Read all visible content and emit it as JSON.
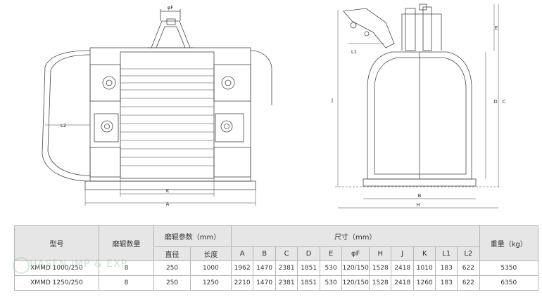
{
  "drawing": {
    "front_labels": {
      "phiF": "φF",
      "L2": "L2",
      "K": "K",
      "A": "A"
    },
    "side_labels": {
      "E": "E",
      "L1": "L1",
      "J": "J",
      "D": "D",
      "C": "C",
      "B": "B",
      "H": "H"
    }
  },
  "table": {
    "model_header": "型号",
    "roll_count_header": "磨辊数量",
    "roll_params_header": "磨辊参数（mm）",
    "roll_diameter_header": "直径",
    "roll_length_header": "长度",
    "size_header": "尺寸（mm）",
    "weight_header": "重量（kg）",
    "dim_columns": [
      "A",
      "B",
      "C",
      "D",
      "E",
      "φF",
      "H",
      "J",
      "K",
      "L1",
      "L2"
    ],
    "rows": [
      {
        "model": "XMMD 1000/250",
        "rolls": "8",
        "diameter": "250",
        "length": "1000",
        "dims": [
          "1962",
          "1470",
          "2381",
          "1851",
          "530",
          "120/150",
          "1528",
          "2418",
          "1010",
          "183",
          "622"
        ],
        "weight": "5350"
      },
      {
        "model": "XMMD 1250/250",
        "rolls": "8",
        "diameter": "250",
        "length": "1250",
        "dims": [
          "2210",
          "1470",
          "2381",
          "1851",
          "530",
          "120/150",
          "1528",
          "2418",
          "1260",
          "183",
          "622"
        ],
        "weight": "6350"
      }
    ]
  },
  "watermark": "HASEN IMP & EXP",
  "colors": {
    "line": "#444444",
    "header_bg": "#e6e6e6",
    "border": "#b5b5b5"
  }
}
